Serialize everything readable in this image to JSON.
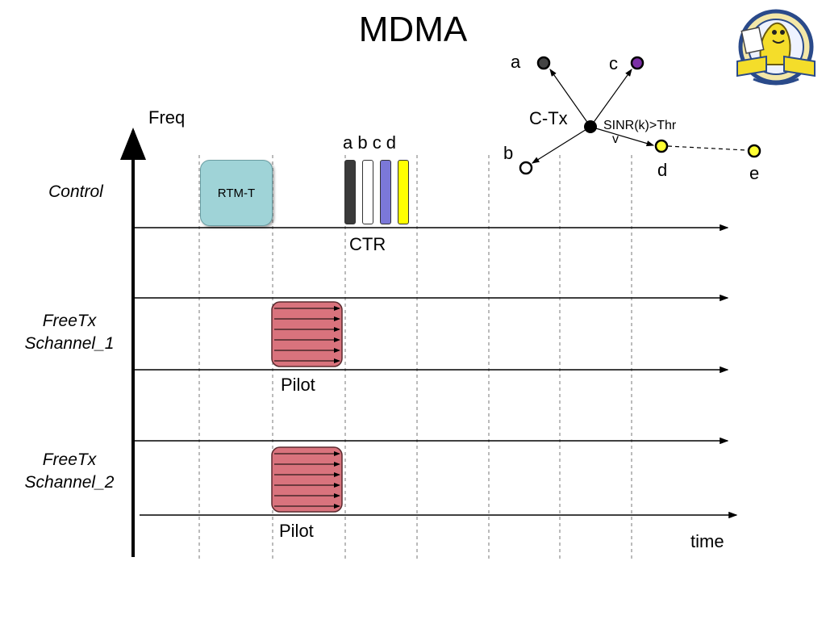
{
  "slide": {
    "title": "MDMA"
  },
  "axes": {
    "freq_label": "Freq",
    "time_label": "time"
  },
  "rows": [
    {
      "label": "Control"
    },
    {
      "label_line1": "FreeTx",
      "label_line2": "Schannel_1"
    },
    {
      "label_line1": "FreeTx",
      "label_line2": "Schannel_2"
    }
  ],
  "control_channel": {
    "rtm_label": "RTM-T",
    "ctr_label": "CTR",
    "ctr_header": "a b c d",
    "ctr_slots": [
      {
        "id": "a",
        "color": "#3a3a3a"
      },
      {
        "id": "b",
        "color": "#ffffff"
      },
      {
        "id": "c",
        "color": "#7b78d8"
      },
      {
        "id": "d",
        "color": "#ffff00"
      }
    ]
  },
  "pilots": [
    {
      "label": "Pilot"
    },
    {
      "label": "Pilot"
    }
  ],
  "network": {
    "center_label": "C-Tx",
    "sinr_label_line1": "SINR(k)>Thr",
    "sinr_label_line2": "v",
    "nodes": [
      {
        "id": "a",
        "label": "a",
        "color": "#444444"
      },
      {
        "id": "b",
        "label": "b",
        "color": "#ffffff"
      },
      {
        "id": "c",
        "label": "c",
        "color": "#7b2fa5"
      },
      {
        "id": "d",
        "label": "d",
        "color": "#ffff33"
      },
      {
        "id": "e",
        "label": "e",
        "color": "#ffff33"
      }
    ]
  },
  "logo": {
    "icon": "university-seal-banana-slug-icon"
  },
  "colors": {
    "rtm_fill": "#9fd3d7",
    "pilot_fill": "#d9737d",
    "axis": "#000000"
  }
}
